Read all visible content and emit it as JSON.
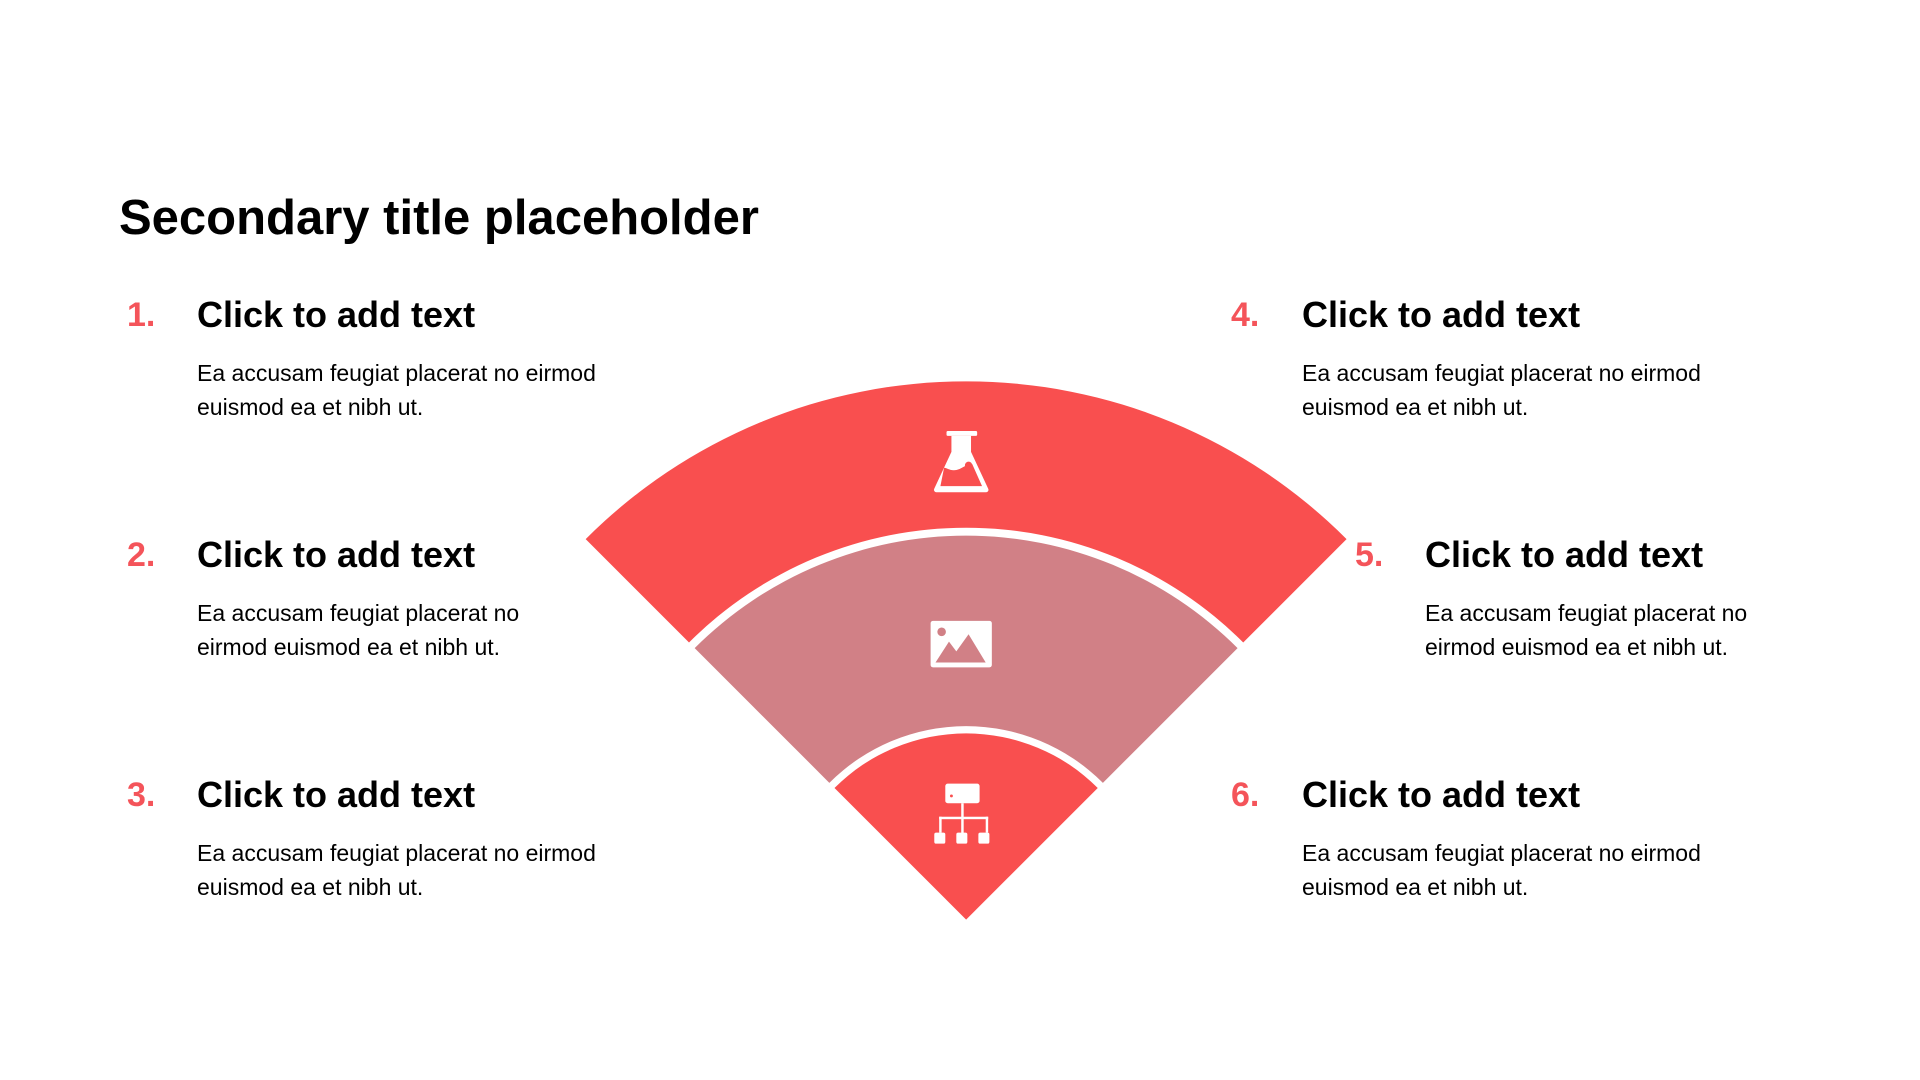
{
  "title": "Secondary title placeholder",
  "colors": {
    "accent": "#F94F4F",
    "mid": "#D18086",
    "number": "#F4545A"
  },
  "items": [
    {
      "number": "1.",
      "heading": "Click to add text",
      "body": "Ea accusam feugiat placerat no eirmod euismod ea et nibh ut."
    },
    {
      "number": "2.",
      "heading": "Click to add text",
      "body": "Ea accusam feugiat placerat no eirmod euismod ea et nibh ut."
    },
    {
      "number": "3.",
      "heading": "Click to add text",
      "body": "Ea accusam feugiat placerat no eirmod euismod ea et nibh ut."
    },
    {
      "number": "4.",
      "heading": "Click to add text",
      "body": "Ea accusam feugiat placerat no eirmod euismod ea et nibh ut."
    },
    {
      "number": "5.",
      "heading": "Click to add text",
      "body": "Ea accusam feugiat placerat no eirmod euismod ea et nibh ut."
    },
    {
      "number": "6.",
      "heading": "Click to add text",
      "body": "Ea accusam feugiat placerat no eirmod euismod ea et nibh ut."
    }
  ],
  "fan_icons": [
    "flask-icon",
    "image-icon",
    "hierarchy-icon"
  ]
}
